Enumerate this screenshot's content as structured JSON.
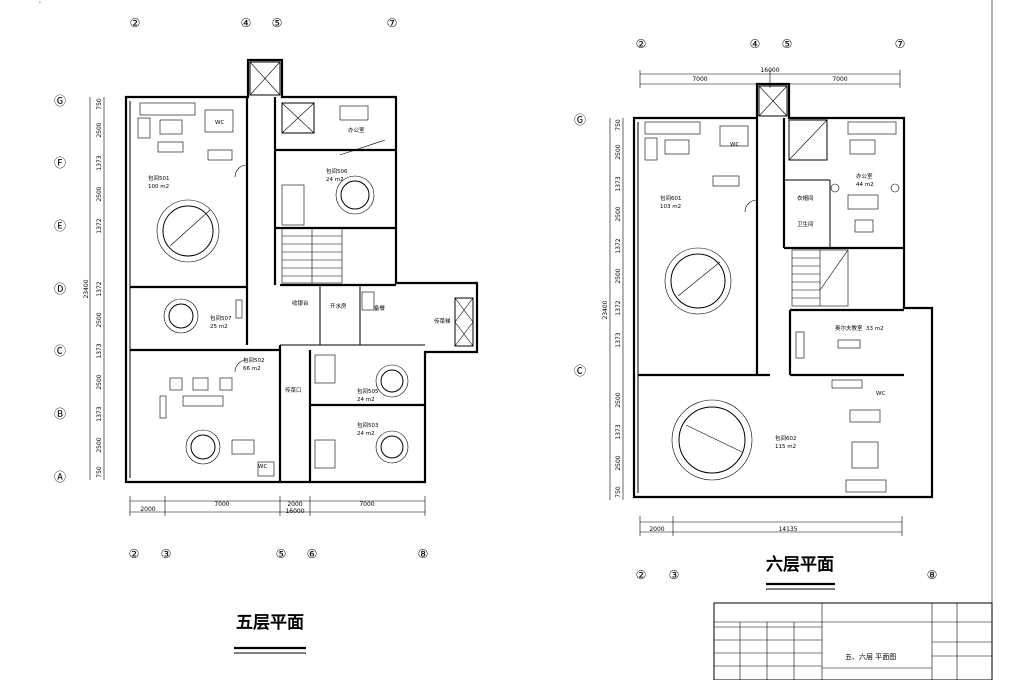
{
  "titles": {
    "floor5": "五层平面",
    "floor6": "六层平面"
  },
  "title_block": {
    "drawing_name": "五、六层 平面图"
  },
  "floor5": {
    "axes_top": [
      "②",
      "④",
      "⑤",
      "⑦"
    ],
    "axes_bottom": [
      "②",
      "③",
      "⑤",
      "⑥",
      "⑧"
    ],
    "axes_left": [
      "Ⓖ",
      "Ⓕ",
      "Ⓔ",
      "Ⓓ",
      "Ⓒ",
      "Ⓑ",
      "Ⓐ"
    ],
    "dims_left": [
      "750",
      "2500",
      "1373",
      "2500",
      "1372",
      "1372",
      "2500",
      "1373",
      "2500",
      "1373",
      "2500",
      "750"
    ],
    "dim_total_left": "23400",
    "dims_bottom": [
      "2000",
      "7000",
      "2000",
      "7000"
    ],
    "dim_total_bottom": "16000",
    "rooms": {
      "r501": "包间501",
      "r501_area": "100 m2",
      "r506": "包间506",
      "r506_area": "24 m2",
      "office": "办公室",
      "r507": "包间507",
      "r507_area": "25 m2",
      "r502": "包间502",
      "r502_area": "66 m2",
      "r505": "包间505",
      "r505_area": "24 m2",
      "r503": "包间503",
      "r503_area": "24 m2",
      "cashier": "收银台",
      "water": "开水房",
      "storage": "备餐",
      "serving": "传菜梯",
      "pass": "传菜口",
      "wc": "WC"
    }
  },
  "floor6": {
    "axes_top": [
      "②",
      "④",
      "⑤",
      "⑦"
    ],
    "axes_bottom": [
      "②",
      "③",
      "⑧"
    ],
    "axes_left": [
      "Ⓖ",
      "Ⓒ"
    ],
    "dims_top": [
      "7000",
      "7000"
    ],
    "dim_total_top": "16000",
    "dims_left": [
      "750",
      "2500",
      "1373",
      "2500",
      "1372",
      "1372",
      "2500",
      "1373",
      "2500",
      "1373",
      "2500",
      "750"
    ],
    "dim_total_left": "23400",
    "dims_bottom": [
      "2000",
      "14135"
    ],
    "rooms": {
      "r601": "包间601",
      "r601_area": "103 m2",
      "office": "办公室",
      "office_area": "44 m2",
      "wardrobe": "衣帽间",
      "bath": "卫生间",
      "boss": "奥尔夫教室",
      "boss_area": "33 m2",
      "r602": "包间602",
      "r602_area": "115 m2",
      "wc": "WC"
    }
  }
}
